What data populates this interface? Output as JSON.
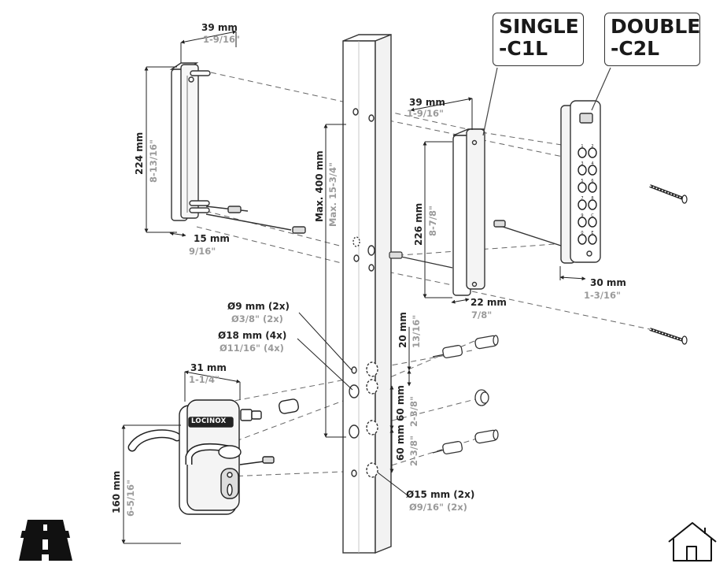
{
  "variants": {
    "single": {
      "line1": "SINGLE",
      "line2": "-C1L"
    },
    "double": {
      "line1": "DOUBLE",
      "line2": "-C2L"
    }
  },
  "brand": {
    "logo_text": "LOCINOX"
  },
  "keypad": {
    "keys": [
      "1",
      "2",
      "3",
      "4",
      "5",
      "6",
      "7",
      "8",
      "9",
      "C",
      "0",
      "E"
    ]
  },
  "dimensions": {
    "bracket_depth": {
      "mm": "39 mm",
      "inch": "1-9/16\""
    },
    "bracket_height": {
      "mm": "224 mm",
      "inch": "8-13/16\""
    },
    "bracket_offset": {
      "mm": "15 mm",
      "inch": "9/16\""
    },
    "post_height": {
      "mm": "Max. 400 mm",
      "inch": "Max. 15-3/4\""
    },
    "single_depth": {
      "mm": "39 mm",
      "inch": "1-9/16\""
    },
    "single_height": {
      "mm": "226 mm",
      "inch": "8-7/8\""
    },
    "single_width": {
      "mm": "22 mm",
      "inch": "7/8\""
    },
    "double_depth": {
      "mm": "30 mm",
      "inch": "1-3/16\""
    },
    "hole_9": {
      "mm": "Ø9 mm (2x)",
      "inch": "Ø3/8\" (2x)"
    },
    "hole_18": {
      "mm": "Ø18 mm (4x)",
      "inch": "Ø11/16\" (4x)"
    },
    "hole_15": {
      "mm": "Ø15 mm (2x)",
      "inch": "Ø9/16\" (2x)"
    },
    "lock_depth": {
      "mm": "31 mm",
      "inch": "1-1/4\""
    },
    "lock_height": {
      "mm": "160 mm",
      "inch": "6-5/16\""
    },
    "spacing_20": {
      "mm": "20 mm",
      "inch": "13/16\""
    },
    "spacing_60a": {
      "mm": "60 mm",
      "inch": "2-3/8\""
    },
    "spacing_60b": {
      "mm": "60 mm",
      "inch": "2-3/8\""
    }
  },
  "icons": {
    "left": "road-icon",
    "right": "home-icon"
  }
}
